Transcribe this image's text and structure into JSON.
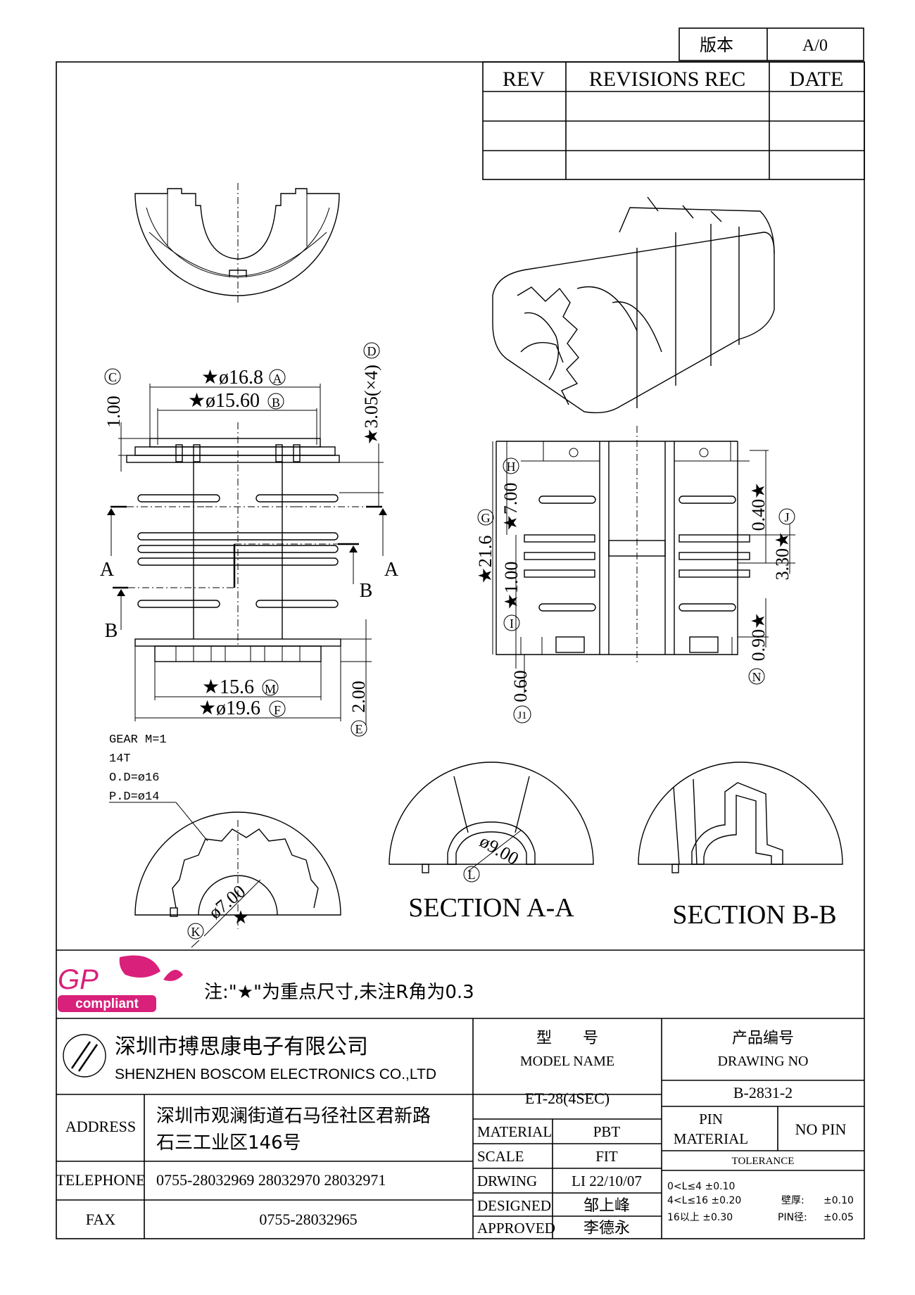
{
  "version_box": {
    "label": "版本",
    "value": "A/0"
  },
  "revision_table": {
    "headers": [
      "REV",
      "REVISIONS REC",
      "DATE"
    ],
    "rows": [
      [
        "",
        "",
        ""
      ],
      [
        "",
        "",
        ""
      ],
      [
        "",
        "",
        ""
      ]
    ]
  },
  "dimensions": {
    "top_view": {
      "dia_a": "★ø16.8",
      "tag_a": "A",
      "dia_b": "★ø15.60",
      "tag_b": "B",
      "c_value": "1.00",
      "tag_c": "C",
      "d_value": "★3.05(×4)",
      "tag_d": "D",
      "m_value": "★15.6",
      "tag_m": "M",
      "f_value": "★ø19.6",
      "tag_f": "F",
      "e_value": "2.00",
      "tag_e": "E",
      "section_a": "A",
      "section_b": "B"
    },
    "side_view": {
      "h_value": "★7.00",
      "tag_h": "H",
      "g_value": "★21.6",
      "tag_g": "G",
      "i_value": "★1.00",
      "tag_i": "I",
      "j1_value": "0.60",
      "tag_j1": "J1",
      "j_value": "0.40★",
      "tag_j": "J",
      "j3_value": "3.30★",
      "n_value": "0.90★",
      "tag_n": "N"
    },
    "gear_view": {
      "k_value": "ø7.00",
      "star": "★",
      "tag_k": "K"
    },
    "section_a": {
      "l_value": "ø9.00",
      "tag_l": "L"
    }
  },
  "gear_spec": [
    "GEAR M=1",
    "14T",
    "O.D=ø16",
    "P.D=ø14"
  ],
  "section_labels": {
    "a": "SECTION A-A",
    "b": "SECTION B-B"
  },
  "logo": {
    "gp": "GP",
    "compliant": "compliant"
  },
  "note": "注:\"★\"为重点尺寸,未注R角为0.3",
  "company": {
    "name_cn": "深圳市搏思康电子有限公司",
    "name_en": "SHENZHEN BOSCOM ELECTRONICS CO.,LTD"
  },
  "title_block": {
    "model_label_cn": "型　　号",
    "model_label_en": "MODEL NAME",
    "model_value": "ET-28(4SEC)",
    "drawing_label_cn": "产品编号",
    "drawing_label_en": "DRAWING NO",
    "drawing_value": "B-2831-2",
    "address_label": "ADDRESS",
    "address_line1": "深圳市观澜街道石马径社区君新路",
    "address_line2": "石三工业区146号",
    "telephone_label": "TELEPHONE",
    "telephone_value": "0755-28032969 28032970 28032971",
    "fax_label": "FAX",
    "fax_value": "0755-28032965",
    "material_label": "MATERIAL",
    "material_value": "PBT",
    "scale_label": "SCALE",
    "scale_value": "FIT",
    "drawing_by_label": "DRWING",
    "drawing_by_value": "LI 22/10/07",
    "designed_label": "DESIGNED",
    "designed_value": "邹上峰",
    "approved_label": "APPROVED",
    "approved_value": "李德永",
    "pin_material_label1": "PIN",
    "pin_material_label2": "MATERIAL",
    "pin_material_value": "NO PIN",
    "tolerance_label": "TOLERANCE",
    "tolerance_rows": [
      "0<L≤4  ±0.10",
      "4<L≤16 ±0.20",
      "16以上   ±0.30"
    ],
    "wall_label": "壁厚:",
    "wall_value": "±0.10",
    "pin_dia_label": "PIN径:",
    "pin_dia_value": "±0.05"
  }
}
